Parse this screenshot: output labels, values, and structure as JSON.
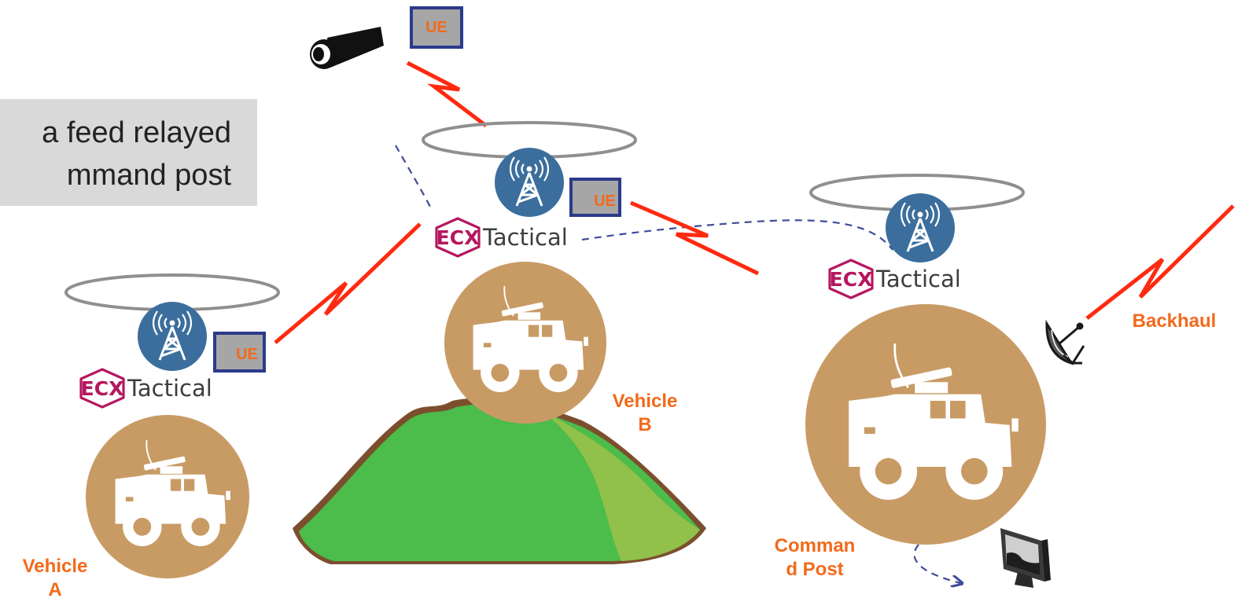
{
  "callout": {
    "line1": "a feed relayed",
    "line2": "mmand post"
  },
  "ue_label": "UE",
  "ecx": {
    "mark": "ECX",
    "word": "Tactical"
  },
  "labels": {
    "vehicle_a_1": "Vehicle",
    "vehicle_a_2": "A",
    "vehicle_b_1": "Vehicle",
    "vehicle_b_2": "B",
    "command_1": "Comman",
    "command_2": "d Post",
    "backhaul": "Backhaul"
  },
  "colors": {
    "link": "#ff2a10",
    "tower": "#3b6e9c",
    "vehicle_badge": "#c89b65",
    "hill_dark": "#4cbc4a",
    "hill_light": "#91c04b",
    "hill_edge": "#7b4f2e",
    "label": "#f26a1b",
    "ecx": "#b5175f",
    "dashed": "#3e4c9b"
  }
}
